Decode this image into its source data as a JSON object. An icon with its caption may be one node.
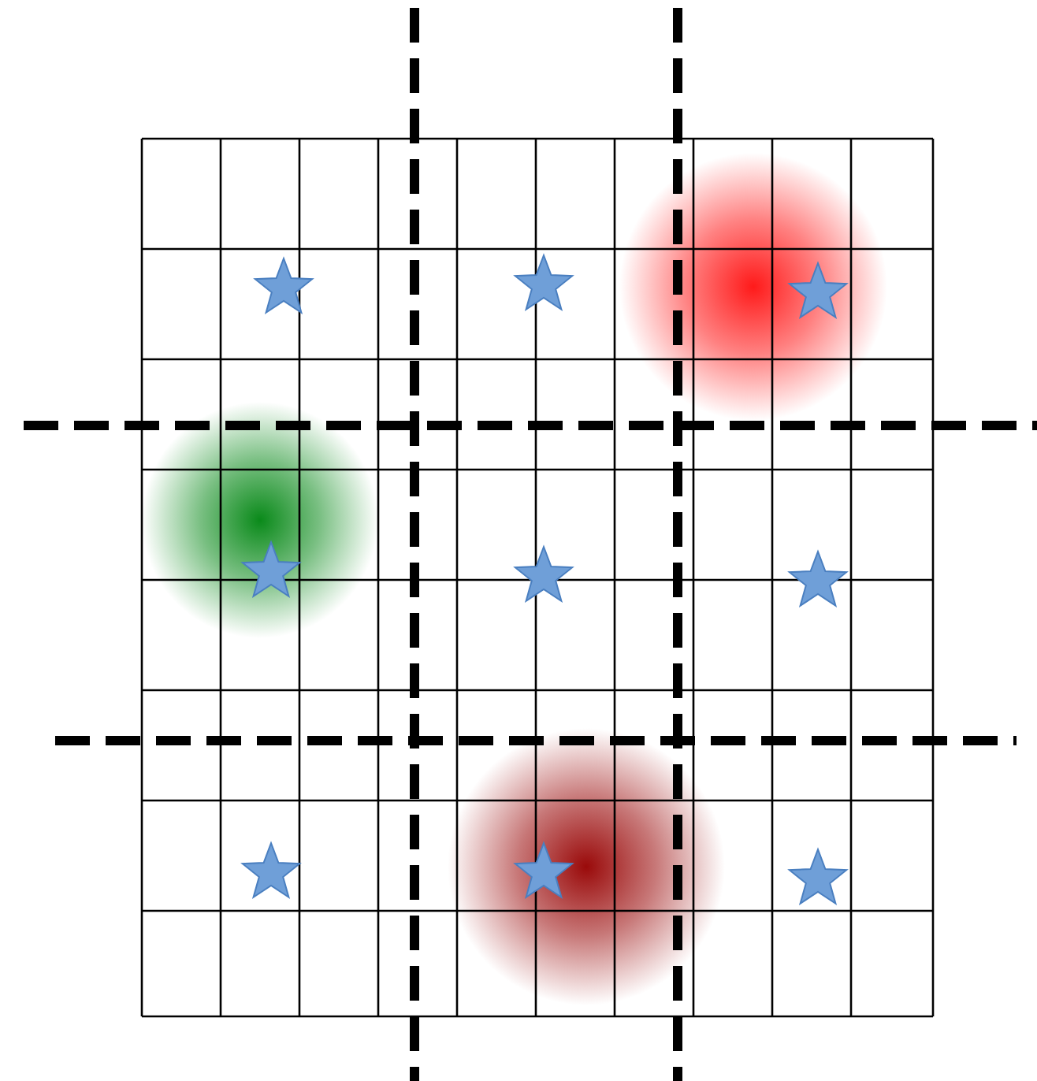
{
  "diagram": {
    "nodes": [
      {
        "text": [],
        "shape": "star"
      },
      {
        "text": [],
        "shape": "star"
      },
      {
        "text": [],
        "shape": "star"
      },
      {
        "text": [],
        "shape": "star"
      },
      {
        "text": [],
        "shape": "star"
      },
      {
        "text": [],
        "shape": "star"
      },
      {
        "text": [],
        "shape": "star"
      },
      {
        "text": [],
        "shape": "star"
      },
      {
        "text": [],
        "shape": "star"
      }
    ]
  }
}
